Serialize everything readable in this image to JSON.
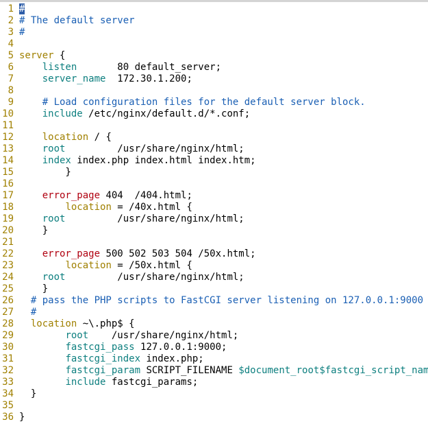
{
  "editor": {
    "lines": [
      {
        "n": "1",
        "tokens": [
          {
            "t": "#",
            "c": "cursor"
          }
        ]
      },
      {
        "n": "2",
        "tokens": [
          {
            "t": "# The default server",
            "c": "t-comment"
          }
        ]
      },
      {
        "n": "3",
        "tokens": [
          {
            "t": "#",
            "c": "t-comment"
          }
        ]
      },
      {
        "n": "4",
        "tokens": []
      },
      {
        "n": "5",
        "tokens": [
          {
            "t": "server",
            "c": "t-block"
          },
          {
            "t": " {",
            "c": "t-plain"
          }
        ]
      },
      {
        "n": "6",
        "tokens": [
          {
            "t": "    ",
            "c": "t-plain"
          },
          {
            "t": "listen",
            "c": "t-directive"
          },
          {
            "t": "       80 default_server;",
            "c": "t-plain"
          }
        ]
      },
      {
        "n": "7",
        "tokens": [
          {
            "t": "    ",
            "c": "t-plain"
          },
          {
            "t": "server_name",
            "c": "t-directive"
          },
          {
            "t": "  172.30.1.200;",
            "c": "t-plain"
          }
        ]
      },
      {
        "n": "8",
        "tokens": []
      },
      {
        "n": "9",
        "tokens": [
          {
            "t": "    # Load configuration files for the default server block.",
            "c": "t-comment"
          }
        ]
      },
      {
        "n": "10",
        "tokens": [
          {
            "t": "    ",
            "c": "t-plain"
          },
          {
            "t": "include",
            "c": "t-directive"
          },
          {
            "t": " /etc/nginx/default.d/*.conf;",
            "c": "t-plain"
          }
        ]
      },
      {
        "n": "11",
        "tokens": []
      },
      {
        "n": "12",
        "tokens": [
          {
            "t": "    ",
            "c": "t-plain"
          },
          {
            "t": "location",
            "c": "t-block"
          },
          {
            "t": " / {",
            "c": "t-plain"
          }
        ]
      },
      {
        "n": "13",
        "tokens": [
          {
            "t": "    ",
            "c": "t-plain"
          },
          {
            "t": "root",
            "c": "t-directive"
          },
          {
            "t": "         /usr/share/nginx/html;",
            "c": "t-plain"
          }
        ]
      },
      {
        "n": "14",
        "tokens": [
          {
            "t": "    ",
            "c": "t-plain"
          },
          {
            "t": "index",
            "c": "t-directive"
          },
          {
            "t": " index.php index.html index.htm;",
            "c": "t-plain"
          }
        ]
      },
      {
        "n": "15",
        "tokens": [
          {
            "t": "        }",
            "c": "t-plain"
          }
        ]
      },
      {
        "n": "16",
        "tokens": []
      },
      {
        "n": "17",
        "tokens": [
          {
            "t": "    ",
            "c": "t-plain"
          },
          {
            "t": "error_page",
            "c": "t-error"
          },
          {
            "t": " 404  /404.html;",
            "c": "t-plain"
          }
        ]
      },
      {
        "n": "18",
        "tokens": [
          {
            "t": "        ",
            "c": "t-plain"
          },
          {
            "t": "location",
            "c": "t-block"
          },
          {
            "t": " = /40x.html {",
            "c": "t-plain"
          }
        ]
      },
      {
        "n": "19",
        "tokens": [
          {
            "t": "    ",
            "c": "t-plain"
          },
          {
            "t": "root",
            "c": "t-directive"
          },
          {
            "t": "         /usr/share/nginx/html;",
            "c": "t-plain"
          }
        ]
      },
      {
        "n": "20",
        "tokens": [
          {
            "t": "    }",
            "c": "t-plain"
          }
        ]
      },
      {
        "n": "21",
        "tokens": []
      },
      {
        "n": "22",
        "tokens": [
          {
            "t": "    ",
            "c": "t-plain"
          },
          {
            "t": "error_page",
            "c": "t-error"
          },
          {
            "t": " 500 502 503 504 /50x.html;",
            "c": "t-plain"
          }
        ]
      },
      {
        "n": "23",
        "tokens": [
          {
            "t": "        ",
            "c": "t-plain"
          },
          {
            "t": "location",
            "c": "t-block"
          },
          {
            "t": " = /50x.html {",
            "c": "t-plain"
          }
        ]
      },
      {
        "n": "24",
        "tokens": [
          {
            "t": "    ",
            "c": "t-plain"
          },
          {
            "t": "root",
            "c": "t-directive"
          },
          {
            "t": "         /usr/share/nginx/html;",
            "c": "t-plain"
          }
        ]
      },
      {
        "n": "25",
        "tokens": [
          {
            "t": "    }",
            "c": "t-plain"
          }
        ]
      },
      {
        "n": "26",
        "tokens": [
          {
            "t": "  # pass the PHP scripts to FastCGI server listening on 127.0.0.1:9000",
            "c": "t-comment"
          }
        ]
      },
      {
        "n": "27",
        "tokens": [
          {
            "t": "  #",
            "c": "t-comment"
          }
        ]
      },
      {
        "n": "28",
        "tokens": [
          {
            "t": "  ",
            "c": "t-plain"
          },
          {
            "t": "location",
            "c": "t-block"
          },
          {
            "t": " ~\\.php$ {",
            "c": "t-plain"
          }
        ]
      },
      {
        "n": "29",
        "tokens": [
          {
            "t": "        ",
            "c": "t-plain"
          },
          {
            "t": "root",
            "c": "t-directive"
          },
          {
            "t": "    /usr/share/nginx/html;",
            "c": "t-plain"
          }
        ]
      },
      {
        "n": "30",
        "tokens": [
          {
            "t": "        ",
            "c": "t-plain"
          },
          {
            "t": "fastcgi_pass",
            "c": "t-directive"
          },
          {
            "t": " 127.0.0.1:9000;",
            "c": "t-plain"
          }
        ]
      },
      {
        "n": "31",
        "tokens": [
          {
            "t": "        ",
            "c": "t-plain"
          },
          {
            "t": "fastcgi_index",
            "c": "t-directive"
          },
          {
            "t": " index.php;",
            "c": "t-plain"
          }
        ]
      },
      {
        "n": "32",
        "tokens": [
          {
            "t": "        ",
            "c": "t-plain"
          },
          {
            "t": "fastcgi_param",
            "c": "t-directive"
          },
          {
            "t": " SCRIPT_FILENAME ",
            "c": "t-plain"
          },
          {
            "t": "$document_root$fastcgi_script_name",
            "c": "t-var"
          },
          {
            "t": ";",
            "c": "t-plain"
          }
        ]
      },
      {
        "n": "33",
        "tokens": [
          {
            "t": "        ",
            "c": "t-plain"
          },
          {
            "t": "include",
            "c": "t-directive"
          },
          {
            "t": " fastcgi_params;",
            "c": "t-plain"
          }
        ]
      },
      {
        "n": "34",
        "tokens": [
          {
            "t": "  }",
            "c": "t-plain"
          }
        ]
      },
      {
        "n": "35",
        "tokens": []
      },
      {
        "n": "36",
        "tokens": [
          {
            "t": "}",
            "c": "t-plain"
          }
        ]
      }
    ]
  },
  "colors": {
    "line_number": "#a08000",
    "comment": "#1a5fb4",
    "block_keyword": "#a08000",
    "directive": "#0d7f7f",
    "error_directive": "#b00010",
    "cursor": "#2f5ea8"
  }
}
